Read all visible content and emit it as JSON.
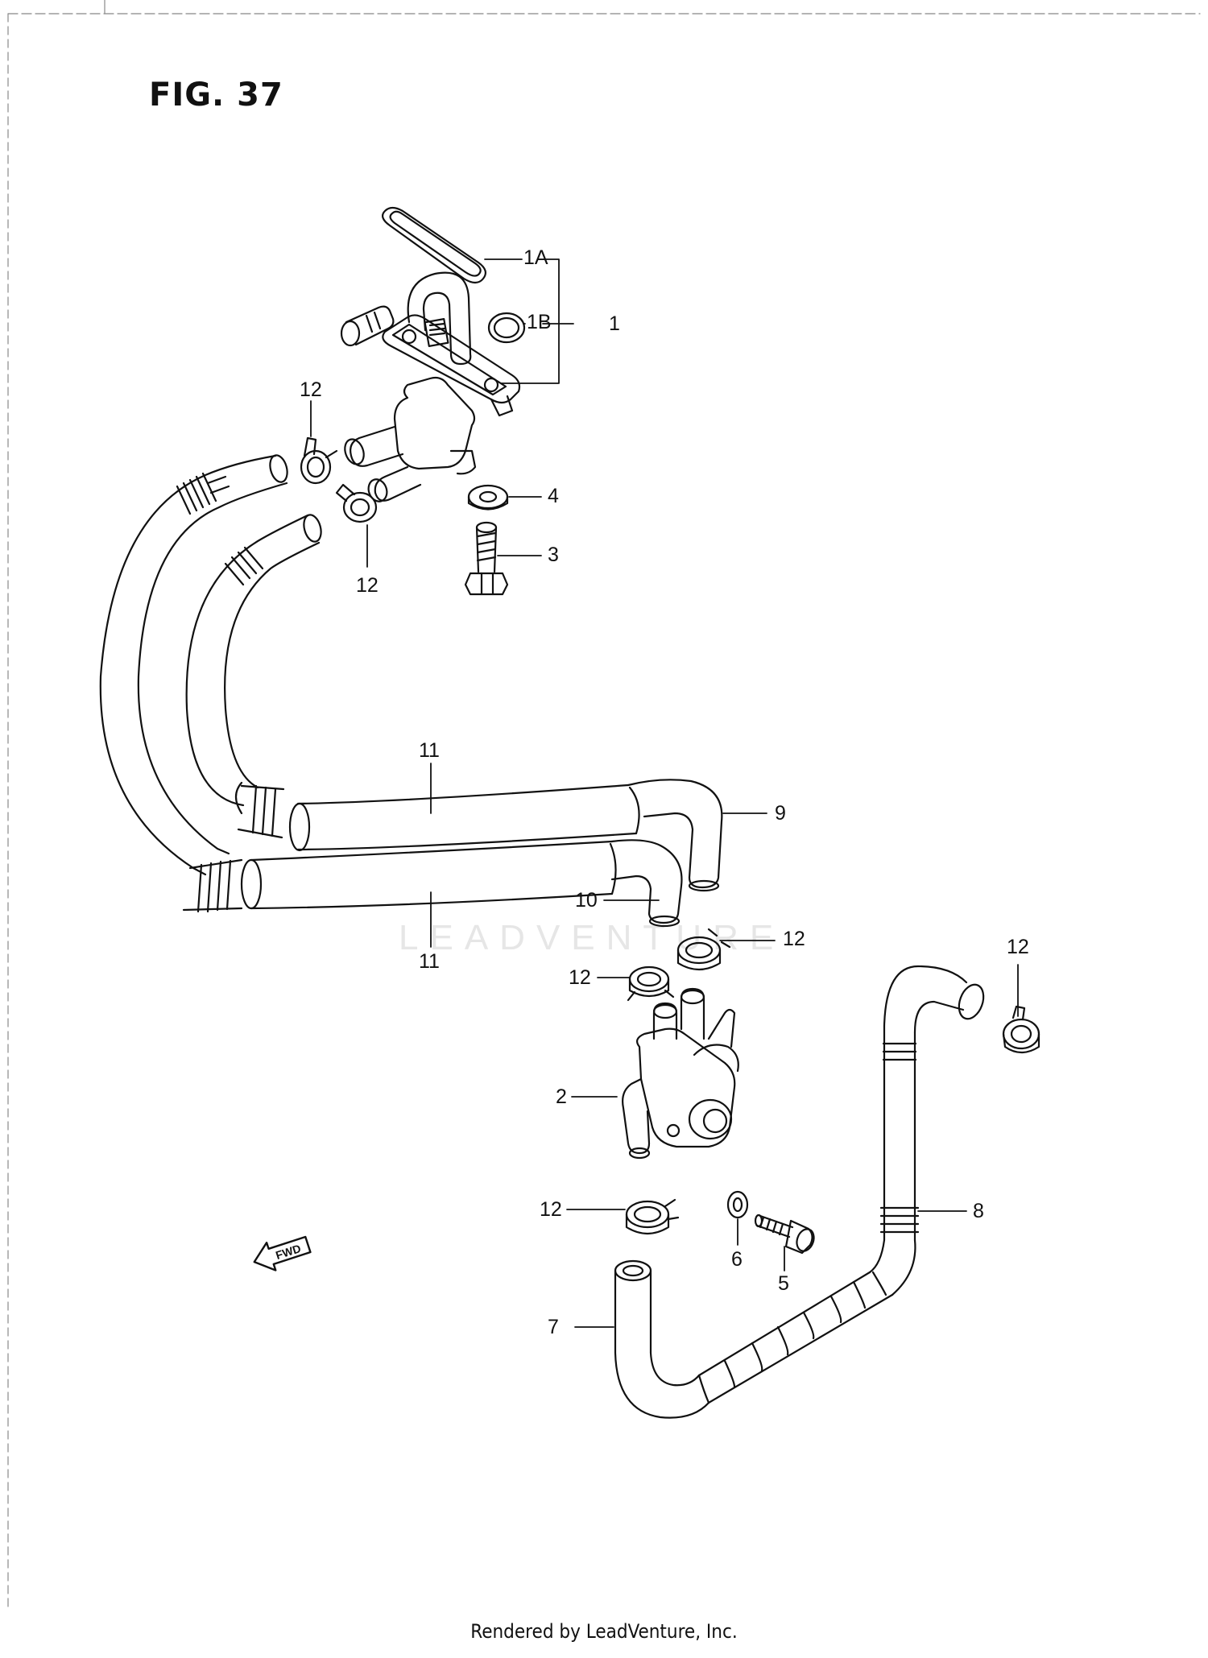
{
  "figure": {
    "title": "FIG. 37"
  },
  "callouts": {
    "c1A": "1A",
    "c1B": "1B",
    "c1": "1",
    "c2": "2",
    "c3": "3",
    "c4": "4",
    "c5": "5",
    "c6": "6",
    "c7": "7",
    "c8": "8",
    "c9": "9",
    "c10": "10",
    "c11_upper": "11",
    "c11_lower": "11",
    "c12_a": "12",
    "c12_b": "12",
    "c12_c": "12",
    "c12_d": "12",
    "c12_e": "12",
    "c12_f": "12"
  },
  "fwd_arrow": {
    "label": "FWD"
  },
  "watermark": {
    "text": "LEADVENTURE"
  },
  "footer": {
    "text": "Rendered by LeadVenture, Inc."
  },
  "colors": {
    "ink": "#111111",
    "paper": "#ffffff",
    "watermark": "#e6e6e6"
  }
}
